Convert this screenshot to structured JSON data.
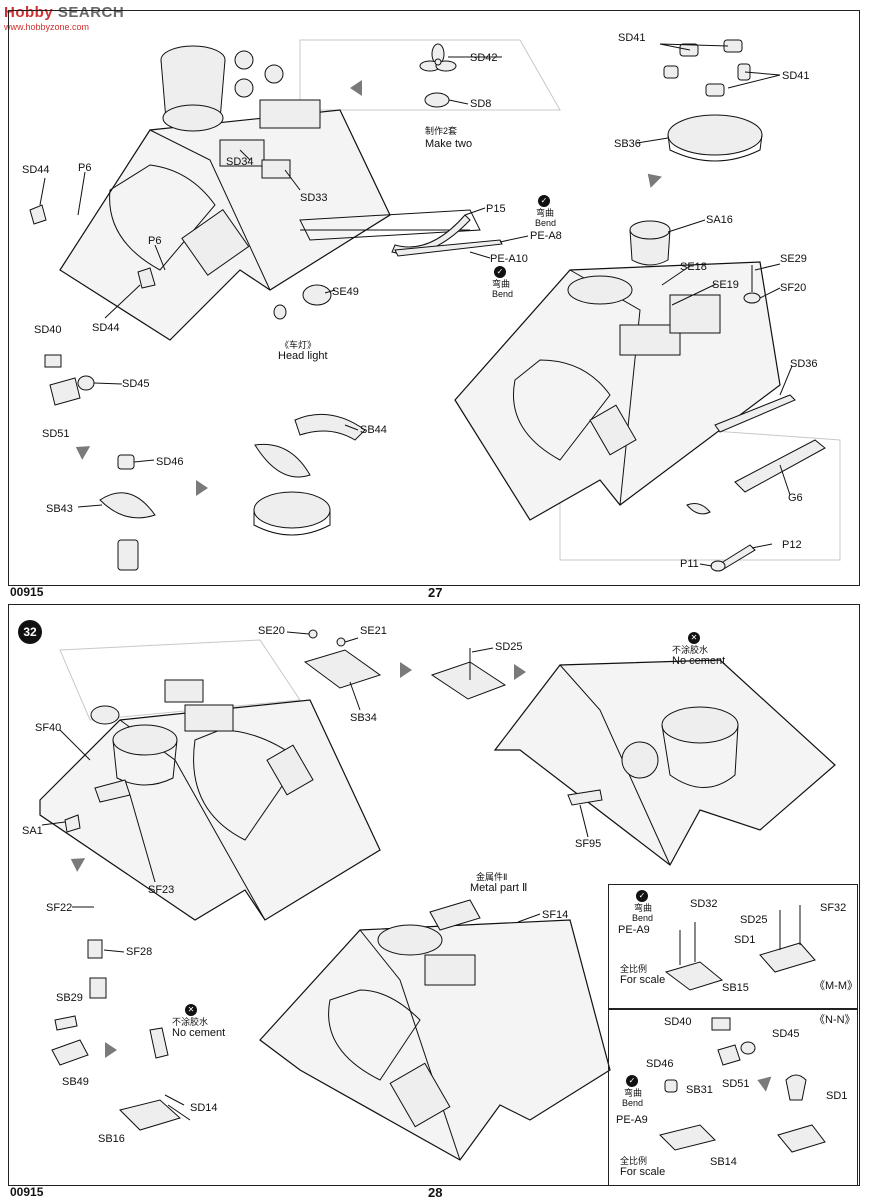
{
  "watermark": {
    "brand_a": "Hob",
    "brand_b": "by",
    "brand_c": " SEARCH",
    "site": "www.hobbyzone.com"
  },
  "page_top": {
    "page_number": "27",
    "code": "00915",
    "labels": {
      "SD41_a": "SD41",
      "SD41_b": "SD41",
      "SD42": "SD42",
      "SD8": "SD8",
      "make_two_cn": "制作2套",
      "make_two_en": "Make two",
      "SD44_a": "SD44",
      "P6_a": "P6",
      "P6_b": "P6",
      "SD44_b": "SD44",
      "SD34": "SD34",
      "SD33": "SD33",
      "SB36": "SB36",
      "P15": "P15",
      "bend_cn_a": "弯曲",
      "bend_en_a": "Bend",
      "PE_A8": "PE-A8",
      "PE_A10": "PE-A10",
      "bend_cn_b": "弯曲",
      "bend_en_b": "Bend",
      "SE49": "SE49",
      "headlight_cn": "《车灯》",
      "headlight_en": "Head light",
      "SD40": "SD40",
      "SD45": "SD45",
      "SD51": "SD51",
      "SD46": "SD46",
      "SB43": "SB43",
      "SB44": "SB44",
      "SA16": "SA16",
      "SE18": "SE18",
      "SE19": "SE19",
      "SE29": "SE29",
      "SF20": "SF20",
      "SD36": "SD36",
      "G6": "G6",
      "P11": "P11",
      "P12": "P12"
    }
  },
  "page_bottom": {
    "page_number": "28",
    "code": "00915",
    "step": "32",
    "labels": {
      "SE20": "SE20",
      "SE21": "SE21",
      "SB34": "SB34",
      "SD25": "SD25",
      "no_cement_cn_a": "不涂胶水",
      "no_cement_en_a": "No cement",
      "SF40": "SF40",
      "SA1": "SA1",
      "SF23": "SF23",
      "SF95": "SF95",
      "metal_cn": "金属件Ⅱ",
      "metal_en": "Metal part Ⅱ",
      "SF14": "SF14",
      "SF22": "SF22",
      "SF28": "SF28",
      "SB29": "SB29",
      "SB49": "SB49",
      "no_cement_cn_b": "不涂胶水",
      "no_cement_en_b": "No cement",
      "SD14": "SD14",
      "SB16": "SB16"
    },
    "inset_m": {
      "title": "《M-M》",
      "bend_cn": "弯曲",
      "bend_en": "Bend",
      "SD32": "SD32",
      "PE_A9": "PE-A9",
      "scale_cn": "全比例",
      "scale_en": "For scale",
      "SB15": "SB15",
      "SD25": "SD25",
      "SD1": "SD1",
      "SF32": "SF32"
    },
    "inset_n": {
      "title": "《N-N》",
      "SD40": "SD40",
      "SD45": "SD45",
      "SD51": "SD51",
      "SD46": "SD46",
      "SB31": "SB31",
      "bend_cn": "弯曲",
      "bend_en": "Bend",
      "PE_A9": "PE-A9",
      "scale_cn": "全比例",
      "scale_en": "For scale",
      "SB14": "SB14",
      "SD1": "SD1"
    }
  }
}
